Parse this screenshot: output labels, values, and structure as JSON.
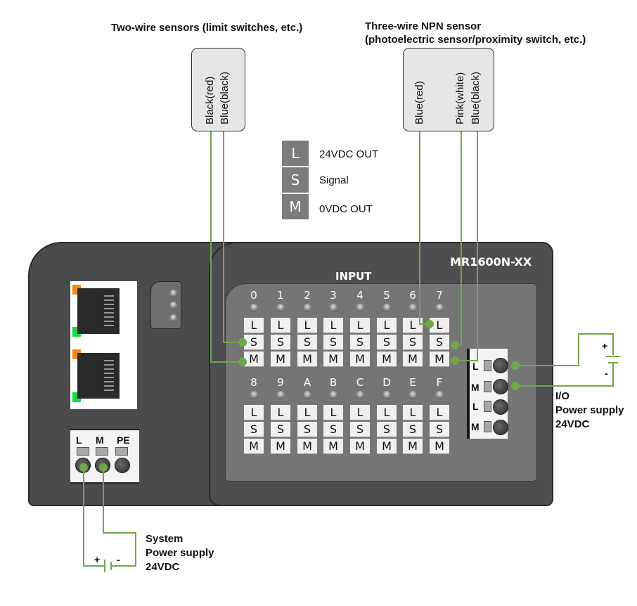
{
  "colors": {
    "wire": "#6fa84a",
    "device_body": "#4d4e50",
    "panel": "#757575",
    "terminal": "#f0f0f0",
    "legend_key": "#7c7c7c",
    "led_orange": "#f28a12",
    "led_green": "#19d94a"
  },
  "two_wire": {
    "title": "Two-wire sensors (limit switches, etc.)",
    "wires": [
      "Black(red)",
      "Blue(black)"
    ]
  },
  "three_wire": {
    "title_line1": "Three-wire NPN sensor",
    "title_line2": "(photoelectric sensor/proximity switch, etc.)",
    "wires": [
      "Blue(red)",
      "Pink(white)",
      "Blue(black)"
    ]
  },
  "legend": [
    {
      "key": "L",
      "text": "24VDC OUT"
    },
    {
      "key": "S",
      "text": "Signal"
    },
    {
      "key": "M",
      "text": "0VDC OUT"
    }
  ],
  "device": {
    "model": "MR1600N-XX",
    "input_label": "INPUT",
    "channels_top": [
      "0",
      "1",
      "2",
      "3",
      "4",
      "5",
      "6",
      "7"
    ],
    "channels_bottom": [
      "8",
      "9",
      "A",
      "B",
      "C",
      "D",
      "E",
      "F"
    ],
    "terminal_labels": [
      "L",
      "S",
      "M"
    ],
    "io_connector_labels": [
      "L",
      "M",
      "L",
      "M"
    ],
    "system_connector_labels": [
      "L",
      "M",
      "PE"
    ]
  },
  "io_power": {
    "line1": "I/O",
    "line2": "Power supply",
    "line3": "24VDC",
    "plus": "+",
    "minus": "-"
  },
  "system_power": {
    "line1": "System",
    "line2": "Power supply",
    "line3": "24VDC",
    "plus": "+",
    "minus": "-"
  }
}
